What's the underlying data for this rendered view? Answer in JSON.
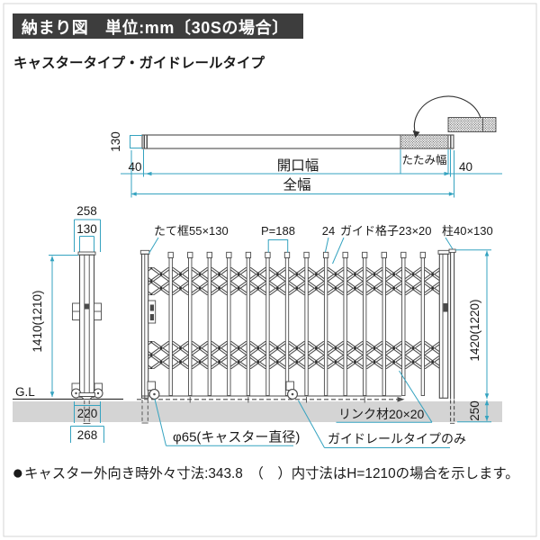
{
  "header": {
    "title": "納まり図　単位:mm〔30Sの場合〕",
    "subtitle": "キャスタータイプ・ガイドレールタイプ",
    "bar_color": "#3d3d3d"
  },
  "plan_view": {
    "dim_depth": "130",
    "dim_40_left": "40",
    "dim_40_right": "40",
    "opening_width_label": "開口幅",
    "fold_width_label": "たたみ幅",
    "total_width_label": "全幅"
  },
  "side_view": {
    "dim_258": "258",
    "dim_130": "130",
    "dim_height": "1410(1210)",
    "gl_label": "G.L",
    "dim_220": "220",
    "dim_268": "268"
  },
  "elevation": {
    "stile_label": "たて框55×130",
    "pitch_label": "P=188",
    "dim_24": "24",
    "lattice_label": "ガイド格子23×20",
    "post_label": "柱40×130",
    "dim_height": "1420(1220)",
    "dim_depth": "250",
    "caster_label": "φ65(キャスター直径)",
    "link_label": "リンク材20×20",
    "guiderail_label": "ガイドレールタイプのみ"
  },
  "footnote": {
    "bullet": "●",
    "text": "キャスター外向き時外々寸法:343.8　（　）内寸法はH=1210の場合を示します。"
  },
  "colors": {
    "dimension_line": "#35a3c0",
    "drawing_line": "#4a4a4a",
    "ground_fill": "#d4d4d4"
  }
}
